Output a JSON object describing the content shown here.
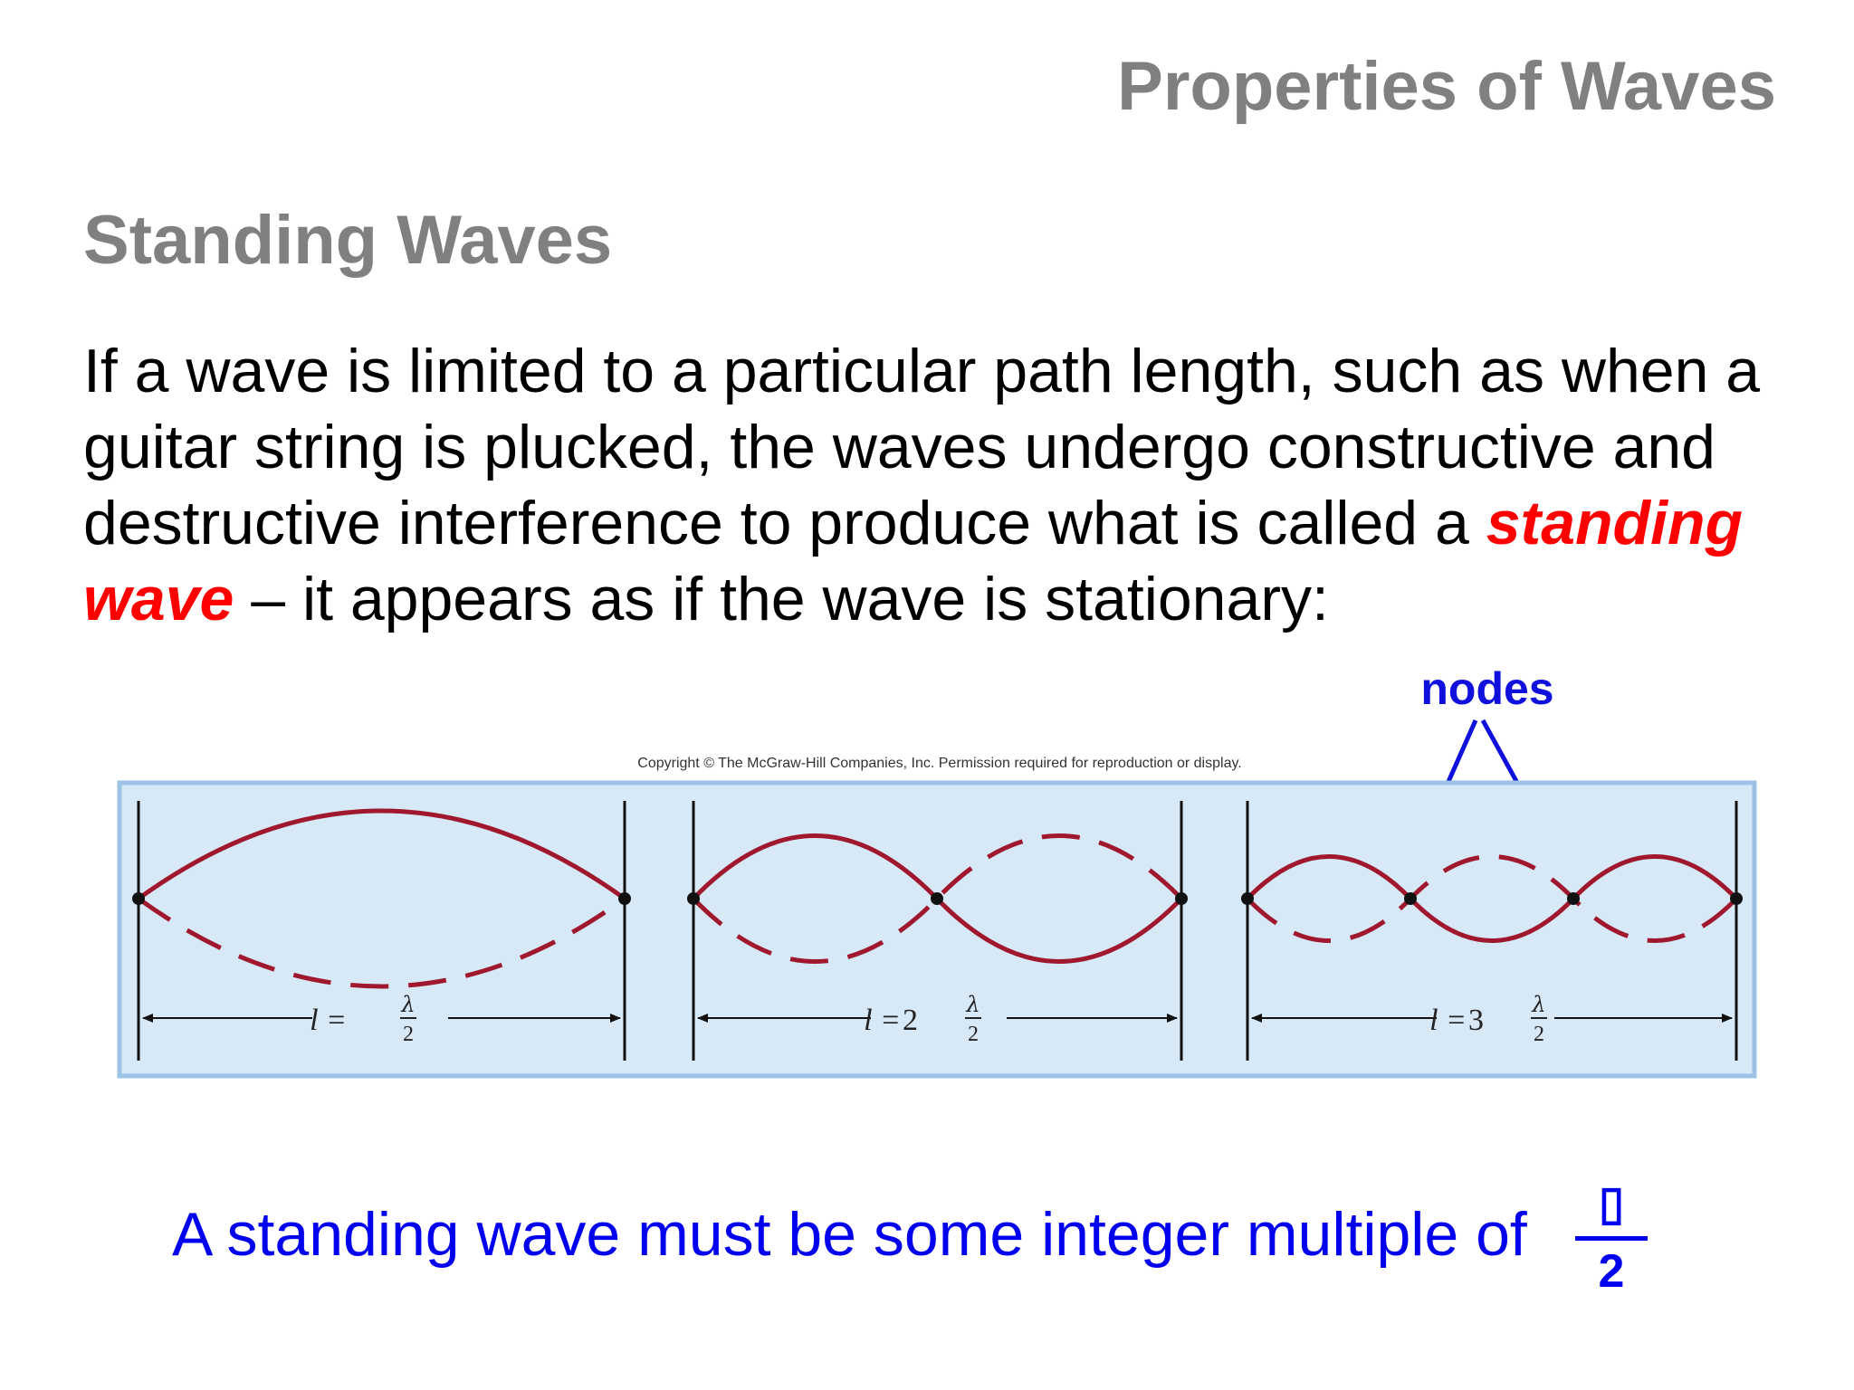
{
  "slide": {
    "deck_title": "Properties of Waves",
    "section_title": "Standing Waves"
  },
  "body": {
    "text_before": "If a wave is limited to a particular path length, such as when a guitar string is plucked, the waves undergo constructive and destructive interference to produce what is called a ",
    "highlight": "standing wave",
    "text_after": " – it appears as if the wave is stationary:"
  },
  "figure": {
    "copyright": "Copyright © The McGraw-Hill Companies, Inc. Permission required for reproduction or display.",
    "nodes_label": "nodes",
    "panels": [
      {
        "label_prefix": "l = ",
        "label_multiple": "",
        "fraction_num": "λ",
        "fraction_den": "2"
      },
      {
        "label_prefix": "l = ",
        "label_multiple": "2",
        "fraction_num": "λ",
        "fraction_den": "2"
      },
      {
        "label_prefix": "l = ",
        "label_multiple": "3",
        "fraction_num": "λ",
        "fraction_den": "2"
      }
    ],
    "colors": {
      "string": "#a0182e",
      "panel_bg": "#d7e8f7",
      "panel_border": "#9cc3e6",
      "arrow": "#1010dd"
    }
  },
  "summary": {
    "text": "A standing wave must be some integer multiple of",
    "fraction_num": "▯",
    "fraction_den": "2"
  }
}
